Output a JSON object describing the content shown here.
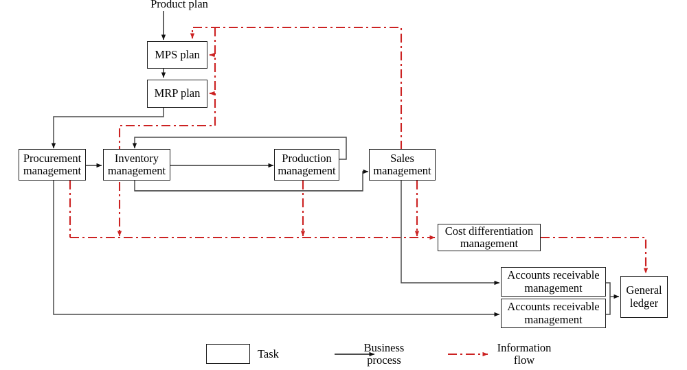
{
  "diagram": {
    "title": "Product plan",
    "nodes": [
      {
        "id": "mps",
        "label": "MPS plan"
      },
      {
        "id": "mrp",
        "label": "MRP plan"
      },
      {
        "id": "procurement",
        "label": "Procurement\nmanagement"
      },
      {
        "id": "inventory",
        "label": "Inventory\nmanagement"
      },
      {
        "id": "production",
        "label": "Production\nmanagement"
      },
      {
        "id": "sales",
        "label": "Sales\nmanagement"
      },
      {
        "id": "cost",
        "label": "Cost differentiation\nmanagement"
      },
      {
        "id": "ar1",
        "label": "Accounts receivable\nmanagement"
      },
      {
        "id": "ar2",
        "label": "Accounts receivable\nmanagement"
      },
      {
        "id": "ledger",
        "label": "General\nledger"
      }
    ]
  },
  "legend": {
    "task": "Task",
    "business_process": "Business\nprocess",
    "information_flow": "Information\nflow"
  },
  "colors": {
    "process_line": "#333333",
    "information_line": "#cc2222",
    "box_border": "#1a1a1a",
    "text": "#000000"
  }
}
